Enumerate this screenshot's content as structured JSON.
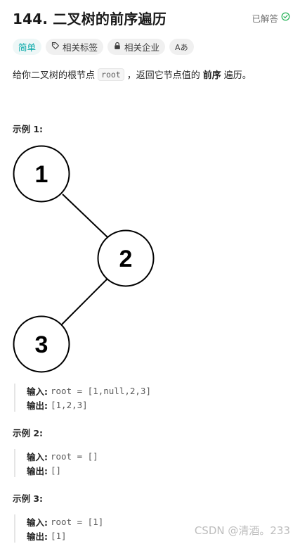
{
  "problem": {
    "title": "144. 二叉树的前序遍历",
    "status": "已解答"
  },
  "tags": {
    "difficulty": "简单",
    "topics": "相关标签",
    "companies": "相关企业",
    "translate": "Aあ"
  },
  "description": {
    "before": "给你二叉树的根节点",
    "code": "root",
    "middle": "，返回它节点值的",
    "bold": "前序",
    "after": "遍历。"
  },
  "examples": [
    {
      "title": "示例 1:",
      "tree_nodes": [
        "1",
        "2",
        "3"
      ],
      "input_label": "输入:",
      "input_value": "root = [1,null,2,3]",
      "output_label": "输出:",
      "output_value": "[1,2,3]"
    },
    {
      "title": "示例 2:",
      "input_label": "输入:",
      "input_value": "root = []",
      "output_label": "输出:",
      "output_value": "[]"
    },
    {
      "title": "示例 3:",
      "input_label": "输入:",
      "input_value": "root = [1]",
      "output_label": "输出:",
      "output_value": "[1]"
    }
  ],
  "watermark": "CSDN @清酒。233",
  "colors": {
    "easy": "#00a6a6",
    "solved_check": "#2db55d"
  }
}
